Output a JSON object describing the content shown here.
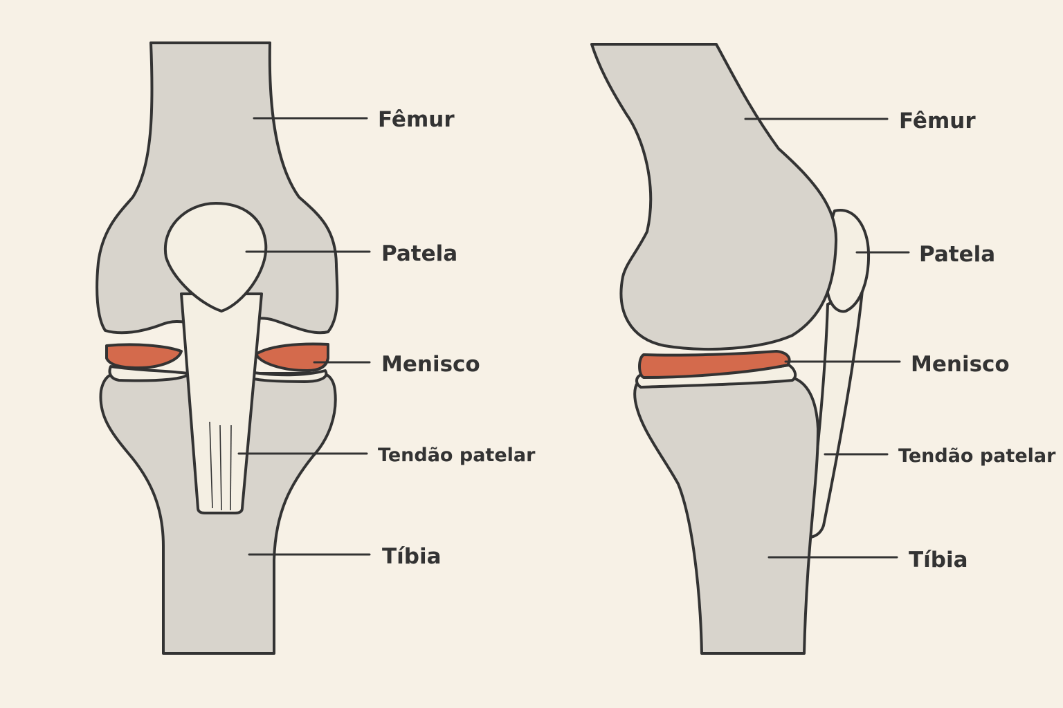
{
  "colors": {
    "background": "#f7f1e6",
    "bone": "#d8d4cc",
    "light": "#f4efe3",
    "meniscus": "#d46a4c",
    "outline": "#333333"
  },
  "views": [
    {
      "id": "front",
      "labels": {
        "femur": "Fêmur",
        "patella": "Patela",
        "meniscus": "Menisco",
        "patellar_tendon": "Tendão patelar",
        "tibia": "Tíbia"
      }
    },
    {
      "id": "side",
      "labels": {
        "femur": "Fêmur",
        "patella": "Patela",
        "meniscus": "Menisco",
        "patellar_tendon": "Tendão patelar",
        "tibia": "Tíbia"
      }
    }
  ]
}
